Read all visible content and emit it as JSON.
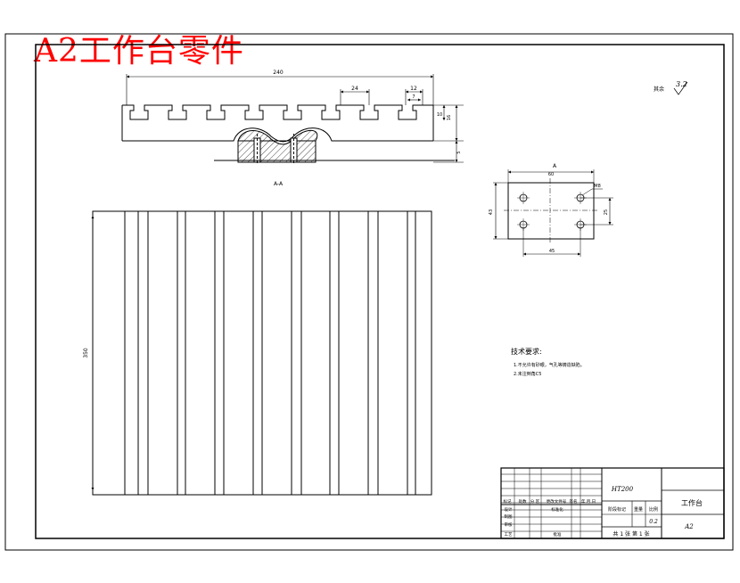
{
  "drawing_title": "A2工作台零件",
  "dimensions": {
    "overall_length": "240",
    "slot_pitch": "24",
    "slot_width": "12",
    "t_slot_width": "7",
    "slot_depth": "16",
    "slot_offset": "10",
    "base_height": "5",
    "table_width": "350",
    "plate_width": "60",
    "hole_spacing": "45",
    "plate_height": "43",
    "hole_vertical": "25",
    "hole_callout": "M8"
  },
  "section_label": "A-A",
  "view_label": "A",
  "surface_finish": {
    "label": "其余",
    "value": "3.2"
  },
  "technical_requirements": {
    "heading": "技术要求:",
    "items": [
      "1.不允许有砂眼，气孔等铸造缺陷。",
      "2.未注倒角C5"
    ]
  },
  "title_block": {
    "material": "HT200",
    "part_name": "工作台",
    "drawing_no": "A2",
    "scale": "0.2",
    "stage_label": "阶段标记",
    "weight_label": "重量",
    "scale_label": "比例",
    "sheet_text": "共 1 张 第 1 张",
    "rev_headers": [
      "标记",
      "处数",
      "分 区",
      "更改文件号",
      "签名",
      "年 月 日"
    ],
    "designer_label": "设计",
    "standardize_label": "标准化",
    "drafter_label": "制图",
    "checker_label": "审核",
    "process_label": "工艺",
    "approve_label": "批准"
  }
}
